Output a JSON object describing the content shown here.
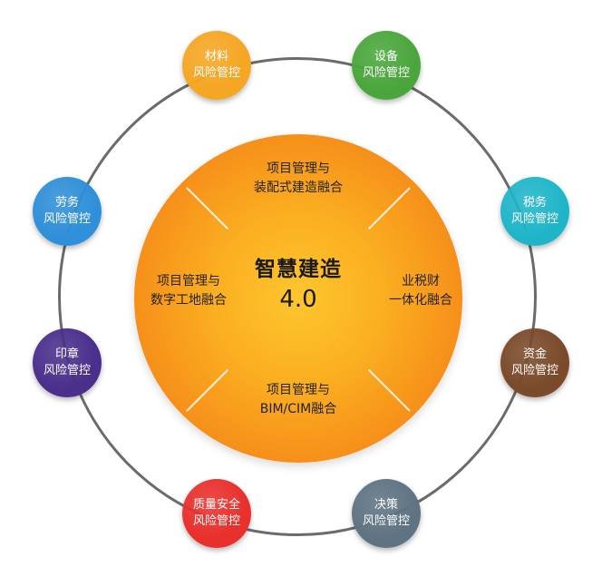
{
  "center": {
    "title": "智慧建造",
    "version": "4.0"
  },
  "segments": {
    "top": {
      "line1": "项目管理与",
      "line2": "装配式建造融合"
    },
    "left": {
      "line1": "项目管理与",
      "line2": "数字工地融合"
    },
    "right": {
      "line1": "业税财",
      "line2": "一体化融合"
    },
    "bottom": {
      "line1": "项目管理与",
      "line2": "BIM/CIM融合"
    }
  },
  "nodes": [
    {
      "line1": "材料",
      "line2": "风险管控",
      "color": "#f5a623"
    },
    {
      "line1": "设备",
      "line2": "风险管控",
      "color": "#4aa63c"
    },
    {
      "line1": "税务",
      "line2": "风险管控",
      "color": "#1fb5c9"
    },
    {
      "line1": "资金",
      "line2": "风险管控",
      "color": "#7a4a2a"
    },
    {
      "line1": "决策",
      "line2": "风险管控",
      "color": "#5f7383"
    },
    {
      "line1": "质量安全",
      "line2": "风险管控",
      "color": "#e8302c"
    },
    {
      "line1": "印章",
      "line2": "风险管控",
      "color": "#4a2f8c"
    },
    {
      "line1": "劳务",
      "line2": "风险管控",
      "color": "#2f8fd8"
    }
  ]
}
